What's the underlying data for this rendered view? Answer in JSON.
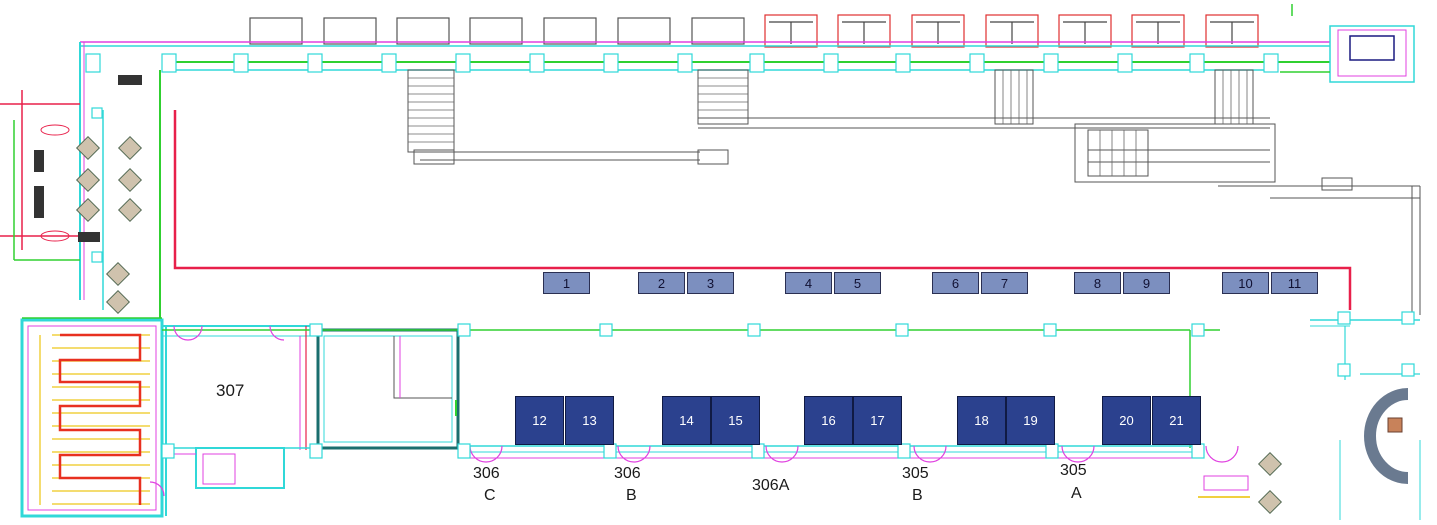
{
  "floor_plan": {
    "small_booths": [
      "1",
      "2",
      "3",
      "4",
      "5",
      "6",
      "7",
      "8",
      "9",
      "10",
      "11"
    ],
    "large_booths": [
      "12",
      "13",
      "14",
      "15",
      "16",
      "17",
      "18",
      "19",
      "20",
      "21"
    ],
    "rooms": {
      "r307": "307",
      "r306c_num": "306",
      "r306c_letter": "C",
      "r306b_num": "306",
      "r306b_letter": "B",
      "r306a": "306A",
      "r305b_num": "305",
      "r305b_letter": "B",
      "r305a_num": "305",
      "r305a_letter": "A"
    },
    "colors": {
      "wall_cyan": "#30d8d8",
      "wall_magenta": "#e040e0",
      "wall_red": "#e8204a",
      "wall_green": "#30d030",
      "small_booth": "#7c8fbf",
      "large_booth": "#2b418e",
      "stair_yellow": "#f0d040"
    }
  }
}
